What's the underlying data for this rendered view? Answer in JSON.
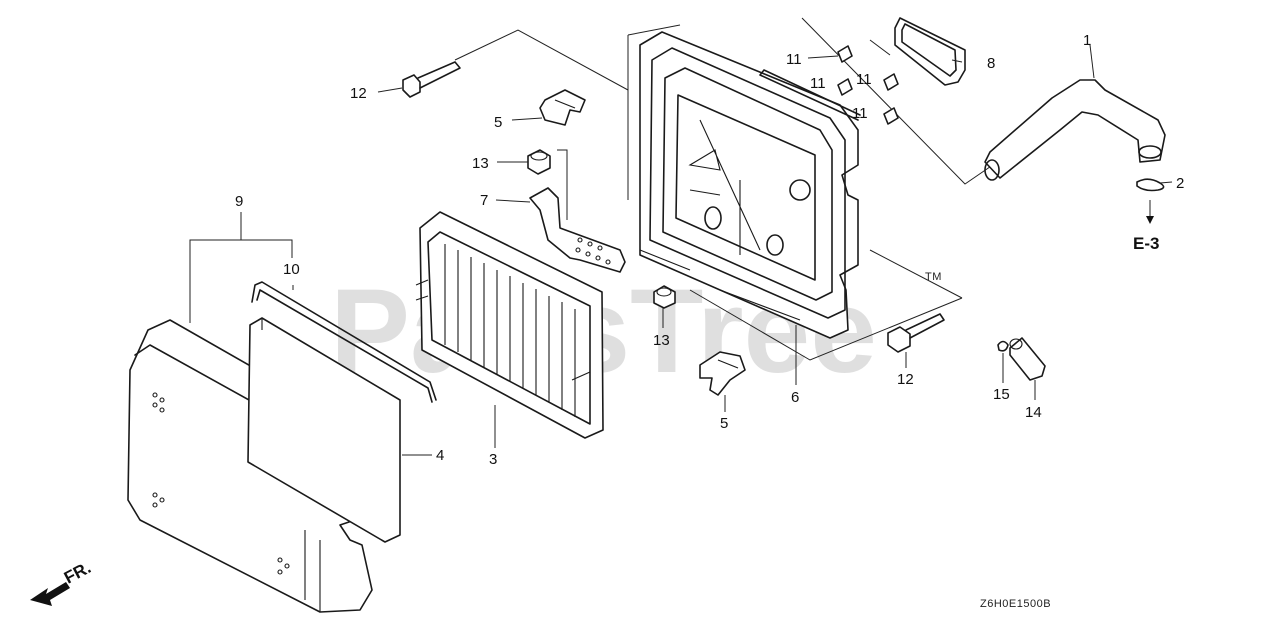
{
  "watermark": "PartsTree",
  "trademark": "TM",
  "diagram_code": "Z6H0E1500B",
  "front_label": "FR.",
  "ref_label": "E-3",
  "callouts": [
    {
      "id": "c1",
      "text": "1"
    },
    {
      "id": "c2",
      "text": "2"
    },
    {
      "id": "c3",
      "text": "3"
    },
    {
      "id": "c4",
      "text": "4"
    },
    {
      "id": "c5a",
      "text": "5"
    },
    {
      "id": "c5b",
      "text": "5"
    },
    {
      "id": "c6",
      "text": "6"
    },
    {
      "id": "c7",
      "text": "7"
    },
    {
      "id": "c8",
      "text": "8"
    },
    {
      "id": "c9",
      "text": "9"
    },
    {
      "id": "c10",
      "text": "10"
    },
    {
      "id": "c11a",
      "text": "11"
    },
    {
      "id": "c11b",
      "text": "11"
    },
    {
      "id": "c11c",
      "text": "11"
    },
    {
      "id": "c11d",
      "text": "11"
    },
    {
      "id": "c12a",
      "text": "12"
    },
    {
      "id": "c12b",
      "text": "12"
    },
    {
      "id": "c13a",
      "text": "13"
    },
    {
      "id": "c13b",
      "text": "13"
    },
    {
      "id": "c14",
      "text": "14"
    },
    {
      "id": "c15",
      "text": "15"
    }
  ]
}
